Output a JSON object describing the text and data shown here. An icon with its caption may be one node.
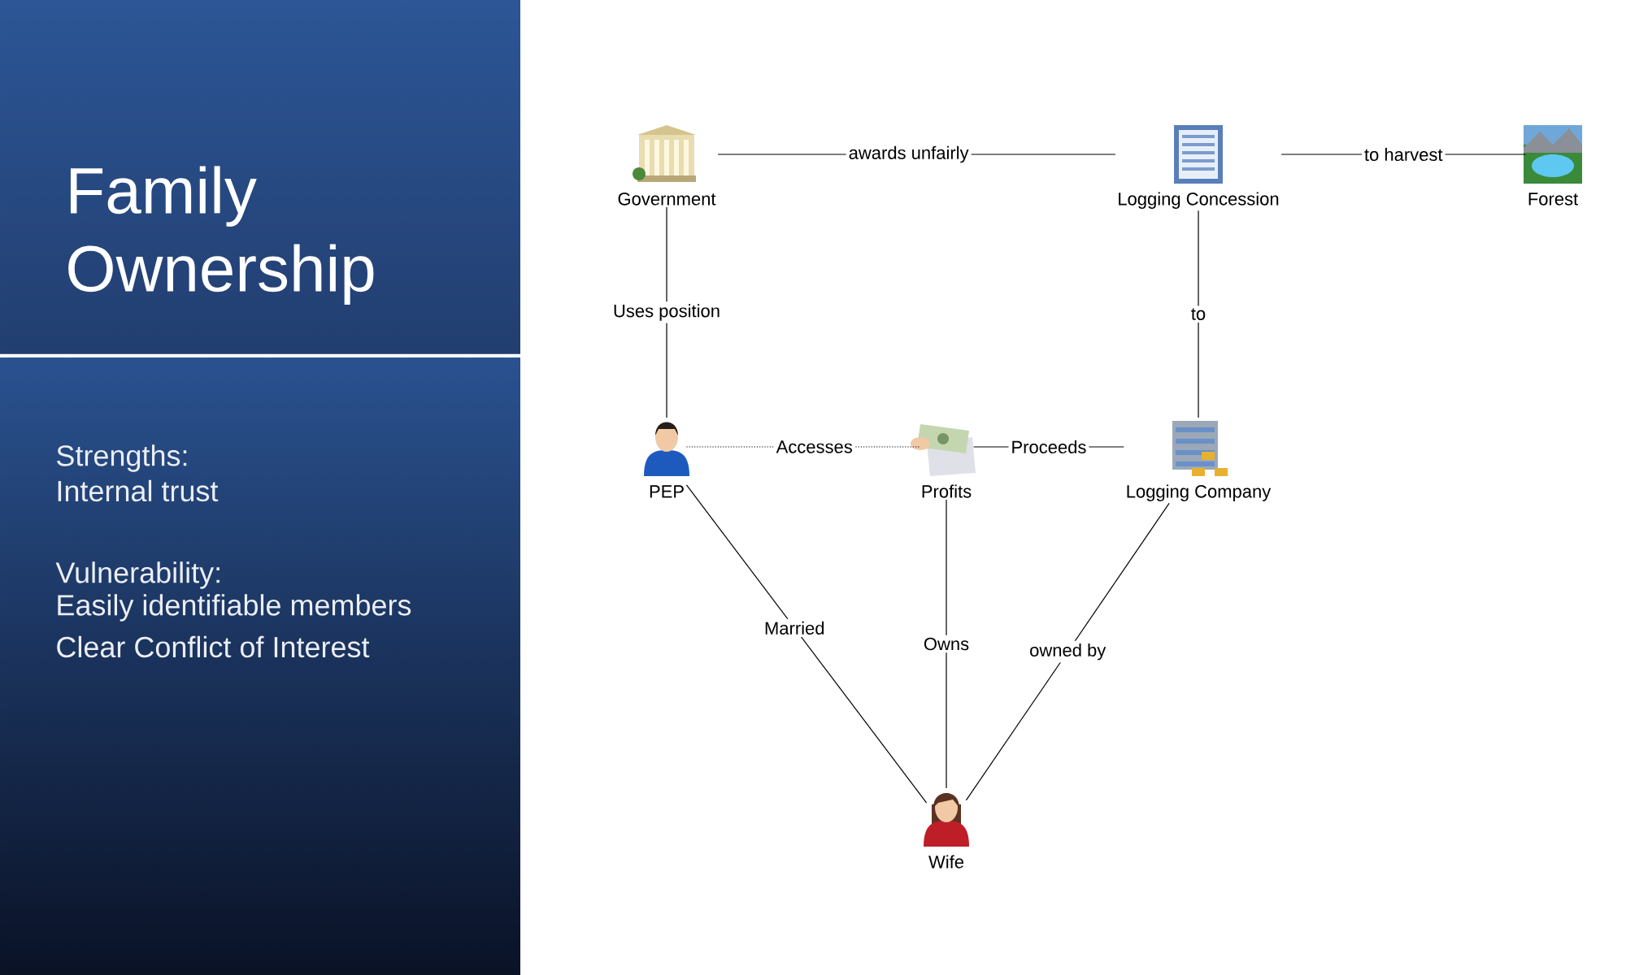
{
  "diagram": {
    "title": "Family Ownership",
    "nodes": [
      {
        "text": [
          "Government"
        ]
      },
      {
        "text": [
          "Logging Concession"
        ]
      },
      {
        "text": [
          "Forest"
        ]
      },
      {
        "text": [
          "PEP"
        ]
      },
      {
        "text": [
          "Profits"
        ]
      },
      {
        "text": [
          "Logging Company"
        ]
      },
      {
        "text": [
          "Wife"
        ]
      }
    ],
    "edges": [
      {
        "from": 0,
        "to": 1,
        "arrow": "none",
        "label": "awards unfairly"
      },
      {
        "from": 1,
        "to": 2,
        "arrow": "none",
        "label": "to harvest"
      },
      {
        "from": 0,
        "to": 3,
        "arrow": "none",
        "label": "Uses position"
      },
      {
        "from": 1,
        "to": 5,
        "arrow": "none",
        "label": "to"
      },
      {
        "from": 3,
        "to": 4,
        "arrow": "none",
        "label": "Accesses",
        "style": "dashed"
      },
      {
        "from": 4,
        "to": 5,
        "arrow": "none",
        "label": "Proceeds"
      },
      {
        "from": 3,
        "to": 6,
        "arrow": "none",
        "label": "Married"
      },
      {
        "from": 4,
        "to": 6,
        "arrow": "none",
        "label": "Owns"
      },
      {
        "from": 5,
        "to": 6,
        "arrow": "none",
        "label": "owned by"
      }
    ],
    "labels": [
      "Strengths:",
      "Internal trust",
      "Vulnerability:",
      "Easily identifiable members",
      "Clear Conflict of Interest"
    ]
  }
}
